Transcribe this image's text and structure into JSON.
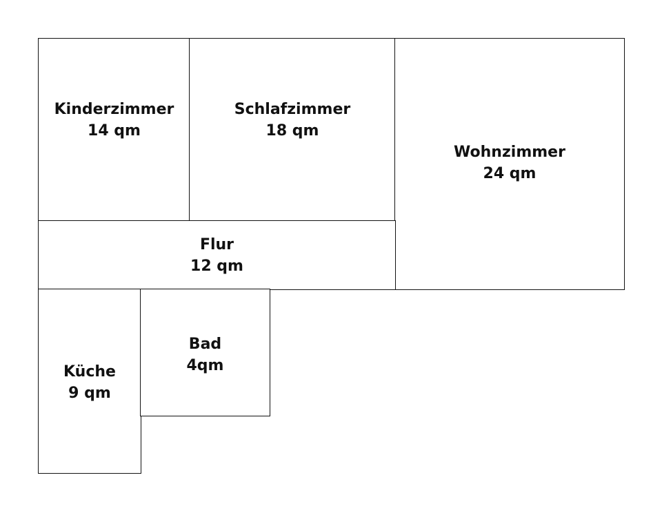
{
  "rooms": {
    "kinderzimmer": {
      "name": "Kinderzimmer",
      "area": "14 qm"
    },
    "schlafzimmer": {
      "name": "Schlafzimmer",
      "area": "18 qm"
    },
    "wohnzimmer": {
      "name": "Wohnzimmer",
      "area": "24 qm"
    },
    "flur": {
      "name": "Flur",
      "area": "12 qm"
    },
    "kueche": {
      "name": "Küche",
      "area": "9 qm"
    },
    "bad": {
      "name": "Bad",
      "area": "4qm"
    }
  },
  "colors": {
    "line": "#111111",
    "background": "#ffffff"
  }
}
